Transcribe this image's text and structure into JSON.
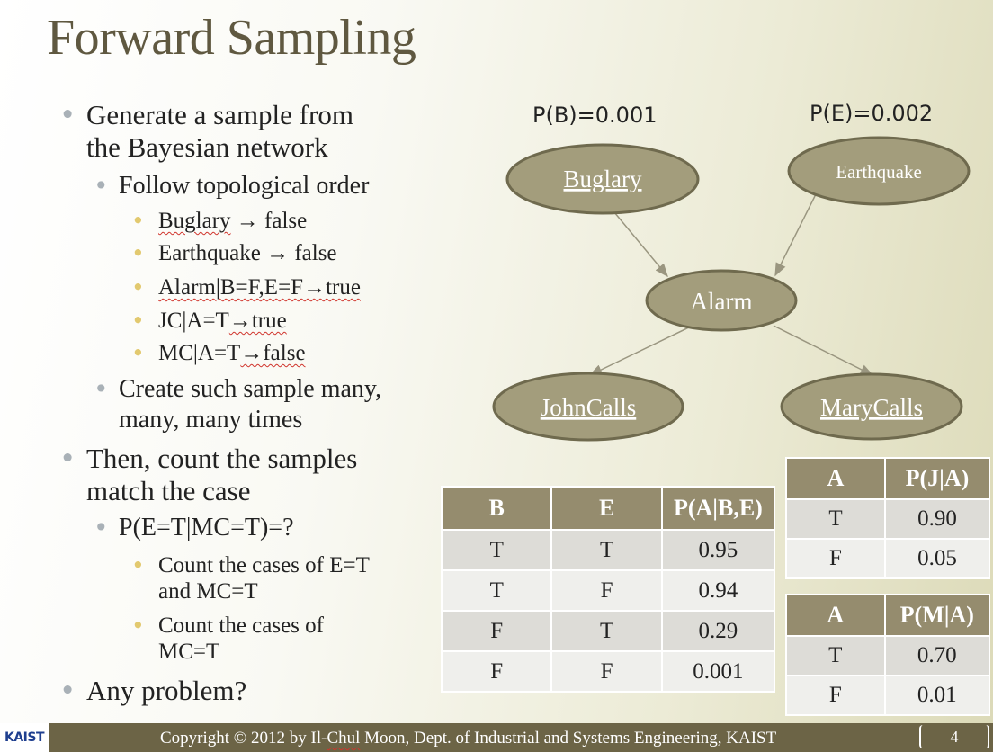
{
  "title": "Forward Sampling",
  "bullets": {
    "b1": "Generate a sample from",
    "b1b": "the Bayesian network",
    "b1_1": "Follow topological order",
    "s1_word": "Buglary",
    "s1_rest": " → false",
    "s2": "Earthquake → false",
    "s3_a": "Alarm|B=F,E=F",
    "s3_b": "→true",
    "s4_a": "JC|A=T",
    "s4_b": "→true",
    "s5_a": "MC|A=T",
    "s5_b": "→false",
    "b1_2": "Create such sample many,",
    "b1_2b": "many, many times",
    "b2": "Then, count the samples",
    "b2b": "match the case",
    "b2_1": "P(E=T|MC=T)=?",
    "c1": "Count the cases of E=T",
    "c1b": "and MC=T",
    "c2": "Count the cases of",
    "c2b": "MC=T",
    "b3": "Any problem?"
  },
  "priors": {
    "b": "P(B)=0.001",
    "e": "P(E)=0.002"
  },
  "nodes": {
    "buglary": "Buglary",
    "earthquake": "Earthquake",
    "alarm": "Alarm",
    "john": "JohnCalls",
    "mary": "MaryCalls"
  },
  "colors": {
    "node_fill": "#a39d7c",
    "node_stroke": "#6f6a4e",
    "header": "#958c6e",
    "footer": "#6c6446"
  },
  "table_alarm": {
    "headers": [
      "B",
      "E",
      "P(A|B,E)"
    ],
    "rows": [
      [
        "T",
        "T",
        "0.95"
      ],
      [
        "T",
        "F",
        "0.94"
      ],
      [
        "F",
        "T",
        "0.29"
      ],
      [
        "F",
        "F",
        "0.001"
      ]
    ]
  },
  "table_john": {
    "headers": [
      "A",
      "P(J|A)"
    ],
    "rows": [
      [
        "T",
        "0.90"
      ],
      [
        "F",
        "0.05"
      ]
    ]
  },
  "table_mary": {
    "headers": [
      "A",
      "P(M|A)"
    ],
    "rows": [
      [
        "T",
        "0.70"
      ],
      [
        "F",
        "0.01"
      ]
    ]
  },
  "footer": {
    "logo": "KAIST",
    "copyright_a": "Copyright © 2012 by Il-",
    "copyright_b": "Chul",
    "copyright_c": " Moon, Dept. of Industrial and Systems Engineering, KAIST",
    "page": "4"
  }
}
